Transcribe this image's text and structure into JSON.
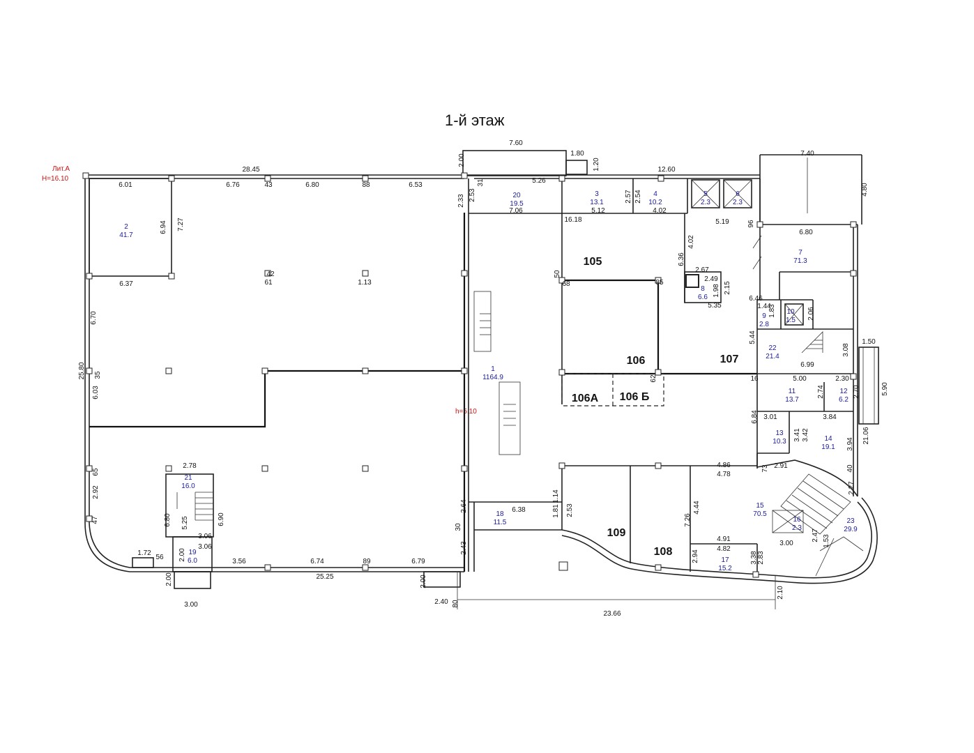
{
  "title": "1-й этаж",
  "building": {
    "lit": "Лит.А",
    "height": "H=16.10"
  },
  "ceiling": "h=5.10",
  "colors": {
    "walls": "#222222",
    "room_numbers": "#1b1b9c",
    "red_notes": "#cc1111"
  },
  "rooms": [
    {
      "no": "1",
      "area": "1164.9"
    },
    {
      "no": "2",
      "area": "41.7"
    },
    {
      "no": "3",
      "area": "13.1"
    },
    {
      "no": "4",
      "area": "10.2"
    },
    {
      "no": "5",
      "area": "2.3"
    },
    {
      "no": "6",
      "area": "2.3"
    },
    {
      "no": "7",
      "area": "71.3"
    },
    {
      "no": "8",
      "area": "6.6"
    },
    {
      "no": "9",
      "area": "2.8"
    },
    {
      "no": "10",
      "area": "1.5"
    },
    {
      "no": "11",
      "area": "13.7"
    },
    {
      "no": "12",
      "area": "6.2"
    },
    {
      "no": "13",
      "area": "10.3"
    },
    {
      "no": "14",
      "area": "19.1"
    },
    {
      "no": "15",
      "area": "70.5"
    },
    {
      "no": "16",
      "area": "2.3"
    },
    {
      "no": "17",
      "area": "15.2"
    },
    {
      "no": "18",
      "area": "11.5"
    },
    {
      "no": "19",
      "area": "6.0"
    },
    {
      "no": "20",
      "area": "19.5"
    },
    {
      "no": "21",
      "area": "16.0"
    },
    {
      "no": "22",
      "area": "21.4"
    },
    {
      "no": "23",
      "area": "29.9"
    }
  ],
  "units": [
    "105",
    "106",
    "106А",
    "106 Б",
    "107",
    "108",
    "109"
  ],
  "dims": [
    "7.60",
    "1.80",
    "1.20",
    "2.00",
    "31",
    "28.45",
    "6.76",
    "43",
    "6.80",
    "88",
    "6.53",
    "6.01",
    "2.33",
    "2.53",
    "5.26",
    "7.06",
    "12.60",
    "5.12",
    "2.57",
    "2.54",
    "4.02",
    "7.40",
    "4.80",
    "5.19",
    "96",
    "6.80",
    "16.18",
    "4.02",
    "6.36",
    "2.67",
    "2.49",
    "1.98",
    "2.15",
    "5.35",
    "6.46",
    "1.44",
    "1.83",
    "2.06",
    "5.44",
    "3.08",
    "1.50",
    "6.99",
    "5.90",
    "16",
    "5.00",
    "2.30",
    "2.74",
    "2.70",
    "6.84",
    "3.01",
    "3.84",
    "3.41",
    "3.42",
    "3.94",
    "21.06",
    "40",
    "73",
    "2.91",
    "2.27",
    "4.86",
    "4.78",
    "4.44",
    "7.26",
    "4.91",
    "4.82",
    "2.94",
    "3.38",
    "2.83",
    "3.00",
    "2.47",
    "1.53",
    "2.10",
    "23.66",
    "6.94",
    "7.27",
    "6.37",
    "42",
    "61",
    "1.13",
    "6.70",
    "25.80",
    "35",
    "6.03",
    "65",
    "47",
    "2.92",
    "2.78",
    "6.80",
    "5.25",
    "6.90",
    "3.06",
    "3.06",
    "2.00",
    "56",
    "1.72",
    "2.00",
    "3.00",
    "3.56",
    "6.74",
    "89",
    "6.79",
    "25.25",
    "2.64",
    "30",
    "2.43",
    "6.38",
    "1.81",
    "1.14",
    "2.53",
    "2.00",
    "2.40",
    "80",
    "50",
    "68",
    "85",
    "62"
  ]
}
